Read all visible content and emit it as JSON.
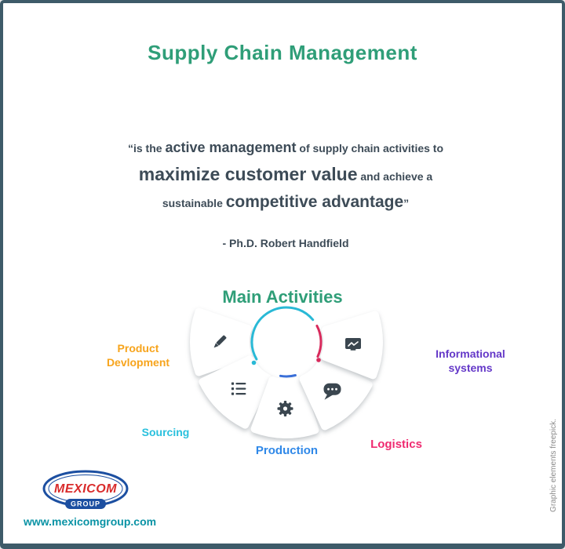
{
  "page": {
    "title": "Supply Chain Management"
  },
  "quote": {
    "s1": "“is the ",
    "s2": "active management",
    "s3": " of supply chain activities to",
    "s4": "maximize customer value",
    "s5": " and achieve a",
    "s6": "sustainable ",
    "s7": "competitive advantage",
    "s8": "”",
    "attribution": "- Ph.D. Robert Handfield"
  },
  "diagram": {
    "heading": "Main Activities",
    "activities": [
      {
        "label": "Product Devlopment",
        "color": "#f7a41c",
        "icon": "pencil-icon"
      },
      {
        "label": "Sourcing",
        "color": "#29c0dd",
        "icon": "list-icon"
      },
      {
        "label": "Production",
        "color": "#2f88e8",
        "icon": "gear-icon"
      },
      {
        "label": "Logistics",
        "color": "#ef2a70",
        "icon": "chat-bubble-icon"
      },
      {
        "label": "Informational systems",
        "color": "#6438c8",
        "icon": "presentation-chart-icon"
      }
    ]
  },
  "footer": {
    "logo_primary": "MEXICOM",
    "logo_secondary": "GROUP",
    "website": "www.mexicomgroup.com",
    "credit": "Graphic elements freepick."
  },
  "theme": {
    "title_green": "#2f9e78",
    "text_dark": "#3d4b57",
    "border": "#3e5b69",
    "arc_cyan": "#29b9d6",
    "arc_red": "#d82a5c",
    "arc_blue": "#3a6fd8",
    "icon_slate": "#3a464f",
    "logo_red": "#d92b2b",
    "logo_blue": "#1c4fa1",
    "website_teal": "#0a93a5"
  }
}
